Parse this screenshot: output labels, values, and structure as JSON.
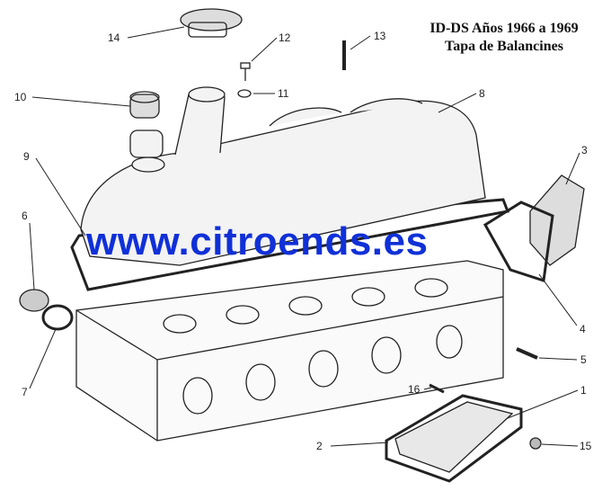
{
  "title": {
    "line1": "ID-DS Años 1966 a 1969",
    "line2": "Tapa de Balancines"
  },
  "watermark": "www.citroends.es",
  "callouts": [
    "1",
    "2",
    "3",
    "4",
    "5",
    "6",
    "7",
    "8",
    "9",
    "10",
    "11",
    "12",
    "13",
    "14",
    "15",
    "16"
  ],
  "colors": {
    "ink": "#222222",
    "watermark": "#1030d8"
  }
}
